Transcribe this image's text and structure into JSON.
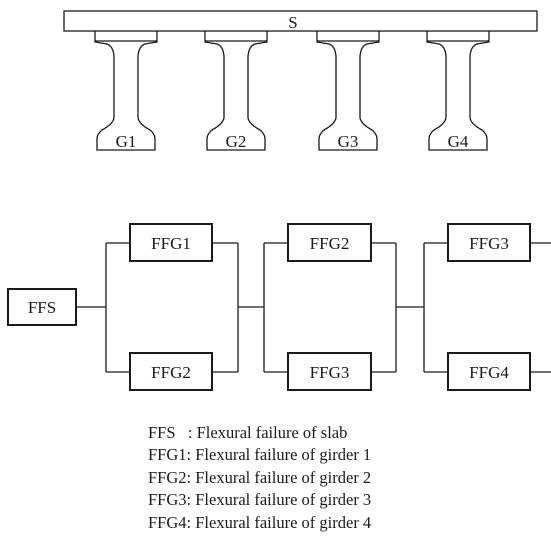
{
  "bridge": {
    "slab_label": "S",
    "girders": [
      "G1",
      "G2",
      "G3",
      "G4"
    ]
  },
  "diagram": {
    "slab_node": "FFS",
    "stages": [
      {
        "top": "FFG1",
        "bottom": "FFG2"
      },
      {
        "top": "FFG2",
        "bottom": "FFG3"
      },
      {
        "top": "FFG3",
        "bottom": "FFG4"
      }
    ]
  },
  "legend": [
    {
      "code": "FFS",
      "sep": "   : ",
      "desc": "Flexural failure of slab"
    },
    {
      "code": "FFG1",
      "sep": ": ",
      "desc": "Flexural failure of girder 1"
    },
    {
      "code": "FFG2",
      "sep": ": ",
      "desc": "Flexural failure of girder 2"
    },
    {
      "code": "FFG3",
      "sep": ": ",
      "desc": "Flexural failure of girder 3"
    },
    {
      "code": "FFG4",
      "sep": ": ",
      "desc": "Flexural failure of girder 4"
    }
  ]
}
